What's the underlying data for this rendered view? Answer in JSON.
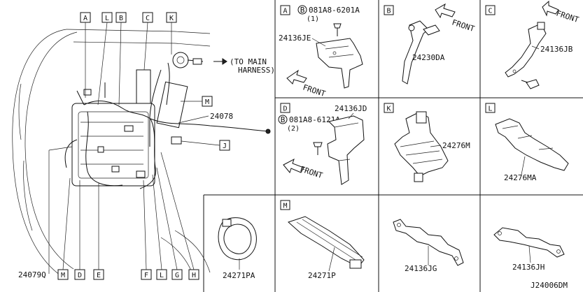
{
  "main_view": {
    "callouts_top": [
      "A",
      "L",
      "B",
      "C",
      "K"
    ],
    "callout_m": "M",
    "callout_j": "J",
    "callouts_bottom": [
      "M",
      "D",
      "E",
      "F",
      "L",
      "G",
      "H"
    ],
    "to_main_line1": "(TO MAIN",
    "to_main_line2": "HARNESS)",
    "part_24078": "24078",
    "part_24079q": "24079Q"
  },
  "panels": {
    "A": {
      "tag": "A",
      "bolt_code": "B",
      "bolt": "081A8-6201A",
      "qty": "(1)",
      "part": "24136JE",
      "front": "FRONT"
    },
    "B": {
      "tag": "B",
      "part": "24230DA",
      "front": "FRONT"
    },
    "C": {
      "tag": "C",
      "part": "24136JB",
      "front": "FRONT"
    },
    "D": {
      "tag": "D",
      "bolt_code": "B",
      "bolt": "081A8-6121A",
      "qty": "(2)",
      "part": "24136JD",
      "front": "FRONT"
    },
    "K": {
      "tag": "K",
      "part": "24276M"
    },
    "L": {
      "tag": "L",
      "part": "24276MA"
    },
    "M": {
      "tag": "M",
      "part": "24271P"
    },
    "ring": {
      "part": "24271PA"
    },
    "JG": {
      "part": "24136JG"
    },
    "JH": {
      "part": "24136JH"
    }
  },
  "diagram_id": "J24006DM"
}
